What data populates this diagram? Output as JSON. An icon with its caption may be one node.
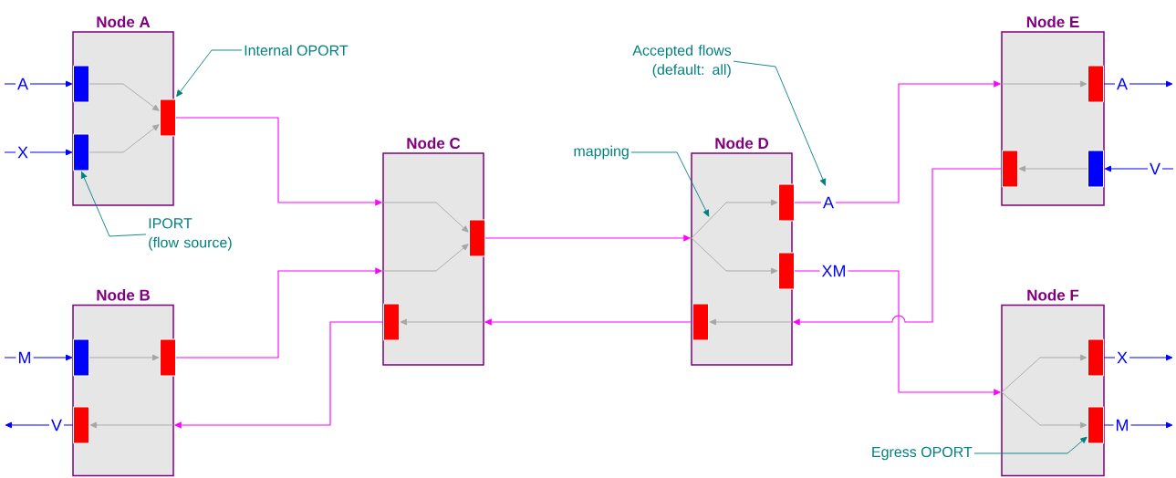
{
  "diagram": {
    "nodes": [
      {
        "text": [
          "Node A"
        ]
      },
      {
        "text": [
          "Node B"
        ]
      },
      {
        "text": [
          "Node C"
        ]
      },
      {
        "text": [
          "Node D"
        ]
      },
      {
        "text": [
          "Node E"
        ]
      },
      {
        "text": [
          "Node F"
        ]
      },
      {
        "text": [],
        "shape": "bar",
        "in": 0
      },
      {
        "text": [],
        "shape": "bar",
        "in": 0
      },
      {
        "text": [],
        "shape": "bar",
        "in": 0
      },
      {
        "text": [],
        "shape": "bar",
        "in": 1
      },
      {
        "text": [],
        "shape": "bar",
        "in": 1
      },
      {
        "text": [],
        "shape": "bar",
        "in": 1
      },
      {
        "text": [],
        "shape": "bar",
        "in": 2
      },
      {
        "text": [],
        "shape": "bar",
        "in": 2
      },
      {
        "text": [],
        "shape": "bar",
        "in": 3
      },
      {
        "text": [],
        "shape": "bar",
        "in": 3
      },
      {
        "text": [],
        "shape": "bar",
        "in": 3
      },
      {
        "text": [],
        "shape": "bar",
        "in": 4
      },
      {
        "text": [],
        "shape": "bar",
        "in": 4
      },
      {
        "text": [],
        "shape": "bar",
        "in": 4
      },
      {
        "text": [],
        "shape": "bar",
        "in": 5
      },
      {
        "text": [],
        "shape": "bar",
        "in": 5
      },
      {
        "text": [
          "Internal OPORT"
        ]
      },
      {
        "text": [
          "IPORT (flow source)"
        ]
      },
      {
        "text": [
          "Accepted flows (default: all)"
        ]
      },
      {
        "text": [
          "mapping"
        ]
      },
      {
        "text": [
          "Egress OPORT"
        ]
      }
    ],
    "edges": [
      {
        "from": 8,
        "to": 2,
        "arrow": "to",
        "color": "#ff00ff"
      },
      {
        "from": 10,
        "to": 2,
        "arrow": "to",
        "color": "#ff00ff"
      },
      {
        "from": 12,
        "to": 3,
        "arrow": "to",
        "color": "#ff00ff"
      },
      {
        "from": 16,
        "to": 2,
        "arrow": "to",
        "color": "#ff00ff"
      },
      {
        "from": 13,
        "to": 1,
        "arrow": "to",
        "color": "#ff00ff"
      },
      {
        "from": 14,
        "to": 4,
        "arrow": "to",
        "color": "#ff00ff",
        "label": "A"
      },
      {
        "from": 15,
        "to": 5,
        "arrow": "to",
        "color": "#ff00ff",
        "label": "XM"
      },
      {
        "from": 18,
        "to": 3,
        "arrow": "to",
        "color": "#ff00ff"
      },
      {
        "from": 6,
        "to": 8,
        "arrow": "to"
      },
      {
        "from": 7,
        "to": 8,
        "arrow": "to"
      },
      {
        "from": 9,
        "to": 10,
        "arrow": "to"
      },
      {
        "from": null,
        "to": 11,
        "arrow": "to"
      },
      {
        "from": null,
        "to": 12,
        "arrow": "to"
      },
      {
        "from": null,
        "to": 12,
        "arrow": "to"
      },
      {
        "from": null,
        "to": 13,
        "arrow": "to"
      },
      {
        "from": null,
        "to": 14,
        "arrow": "to"
      },
      {
        "from": null,
        "to": 15,
        "arrow": "to"
      },
      {
        "from": null,
        "to": 16,
        "arrow": "to"
      },
      {
        "from": null,
        "to": 17,
        "arrow": "to"
      },
      {
        "from": 19,
        "to": 18,
        "arrow": "to"
      },
      {
        "from": null,
        "to": 20,
        "arrow": "to"
      },
      {
        "from": null,
        "to": 21,
        "arrow": "to"
      },
      {
        "from": null,
        "to": 6,
        "arrow": "to",
        "color": "#0000ff",
        "label": "A"
      },
      {
        "from": null,
        "to": 7,
        "arrow": "to",
        "color": "#0000ff",
        "label": "X"
      },
      {
        "from": null,
        "to": 9,
        "arrow": "to",
        "color": "#0000ff",
        "label": "M"
      },
      {
        "from": 11,
        "to": null,
        "arrow": "to",
        "color": "#0000ff",
        "label": "V"
      },
      {
        "from": 17,
        "to": null,
        "arrow": "to",
        "color": "#0000ff",
        "label": "A"
      },
      {
        "from": null,
        "to": 19,
        "arrow": "to",
        "color": "#0000ff",
        "label": "V"
      },
      {
        "from": 20,
        "to": null,
        "arrow": "to",
        "color": "#0000ff",
        "label": "X"
      },
      {
        "from": 21,
        "to": null,
        "arrow": "to",
        "color": "#0000ff",
        "label": "M"
      },
      {
        "from": 22,
        "to": 8,
        "arrow": "to",
        "color": "#008080"
      },
      {
        "from": 23,
        "to": 7,
        "arrow": "to",
        "color": "#008080"
      },
      {
        "from": 24,
        "to": null,
        "arrow": "to",
        "color": "#008080"
      },
      {
        "from": 25,
        "to": 3,
        "arrow": "to",
        "color": "#008080"
      },
      {
        "from": 26,
        "to": 21,
        "arrow": "to",
        "color": "#008080"
      }
    ]
  }
}
